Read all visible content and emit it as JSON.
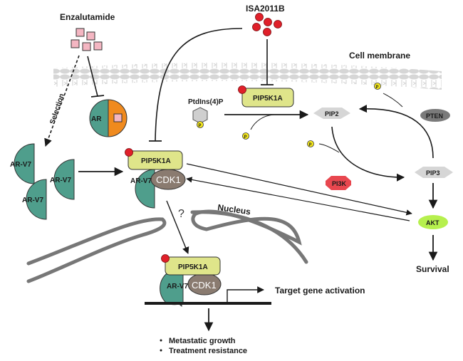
{
  "drugs": {
    "enzalutamide": "Enzalutamide",
    "isa2011b": "ISA2011B"
  },
  "labels": {
    "cell_membrane": "Cell membrane",
    "nucleus": "Nucleus",
    "selection": "Selection",
    "question": "?",
    "ptdins4p": "PtdIns(4)P",
    "phosphate": "P"
  },
  "proteins": {
    "ar": "AR",
    "ar_v7": "AR-V7",
    "pip5k1a": "PIP5K1A",
    "cdk1": "CDK1",
    "pip2": "PIP2",
    "pip3": "PIP3",
    "pten": "PTEN",
    "pi3k": "PI3K",
    "akt": "AKT"
  },
  "outcomes": {
    "target_gene": "Target gene activation",
    "survival": "Survival",
    "bullets": [
      "Metastatic growth",
      "Treatment resistance"
    ]
  },
  "colors": {
    "teal": "#4f9e8c",
    "orange": "#f08a1e",
    "pink": "#f4b6c2",
    "red_dot": "#e0202a",
    "pip5k1a": "#dfe58a",
    "cdk1": "#8a7b70",
    "pi3k": "#e8474f",
    "pten": "#7a7a7a",
    "akt": "#b6f04e",
    "phosphate": "#f7ea1d",
    "membrane": "#d2d2d2",
    "nucleus": "#777777"
  }
}
